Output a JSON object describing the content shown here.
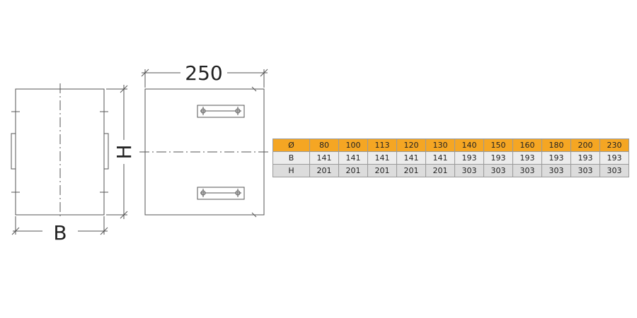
{
  "drawing": {
    "width_label": "250",
    "height_label": "H",
    "depth_label": "B"
  },
  "table": {
    "header_symbol": "Ø",
    "diameters": [
      "80",
      "100",
      "113",
      "120",
      "130",
      "140",
      "150",
      "160",
      "180",
      "200",
      "230"
    ],
    "rows": [
      {
        "label": "B",
        "values": [
          "141",
          "141",
          "141",
          "141",
          "141",
          "193",
          "193",
          "193",
          "193",
          "193",
          "193"
        ]
      },
      {
        "label": "H",
        "values": [
          "201",
          "201",
          "201",
          "201",
          "201",
          "303",
          "303",
          "303",
          "303",
          "303",
          "303"
        ]
      }
    ]
  },
  "colors": {
    "header_bg": "#f5a623",
    "line": "#555555"
  }
}
